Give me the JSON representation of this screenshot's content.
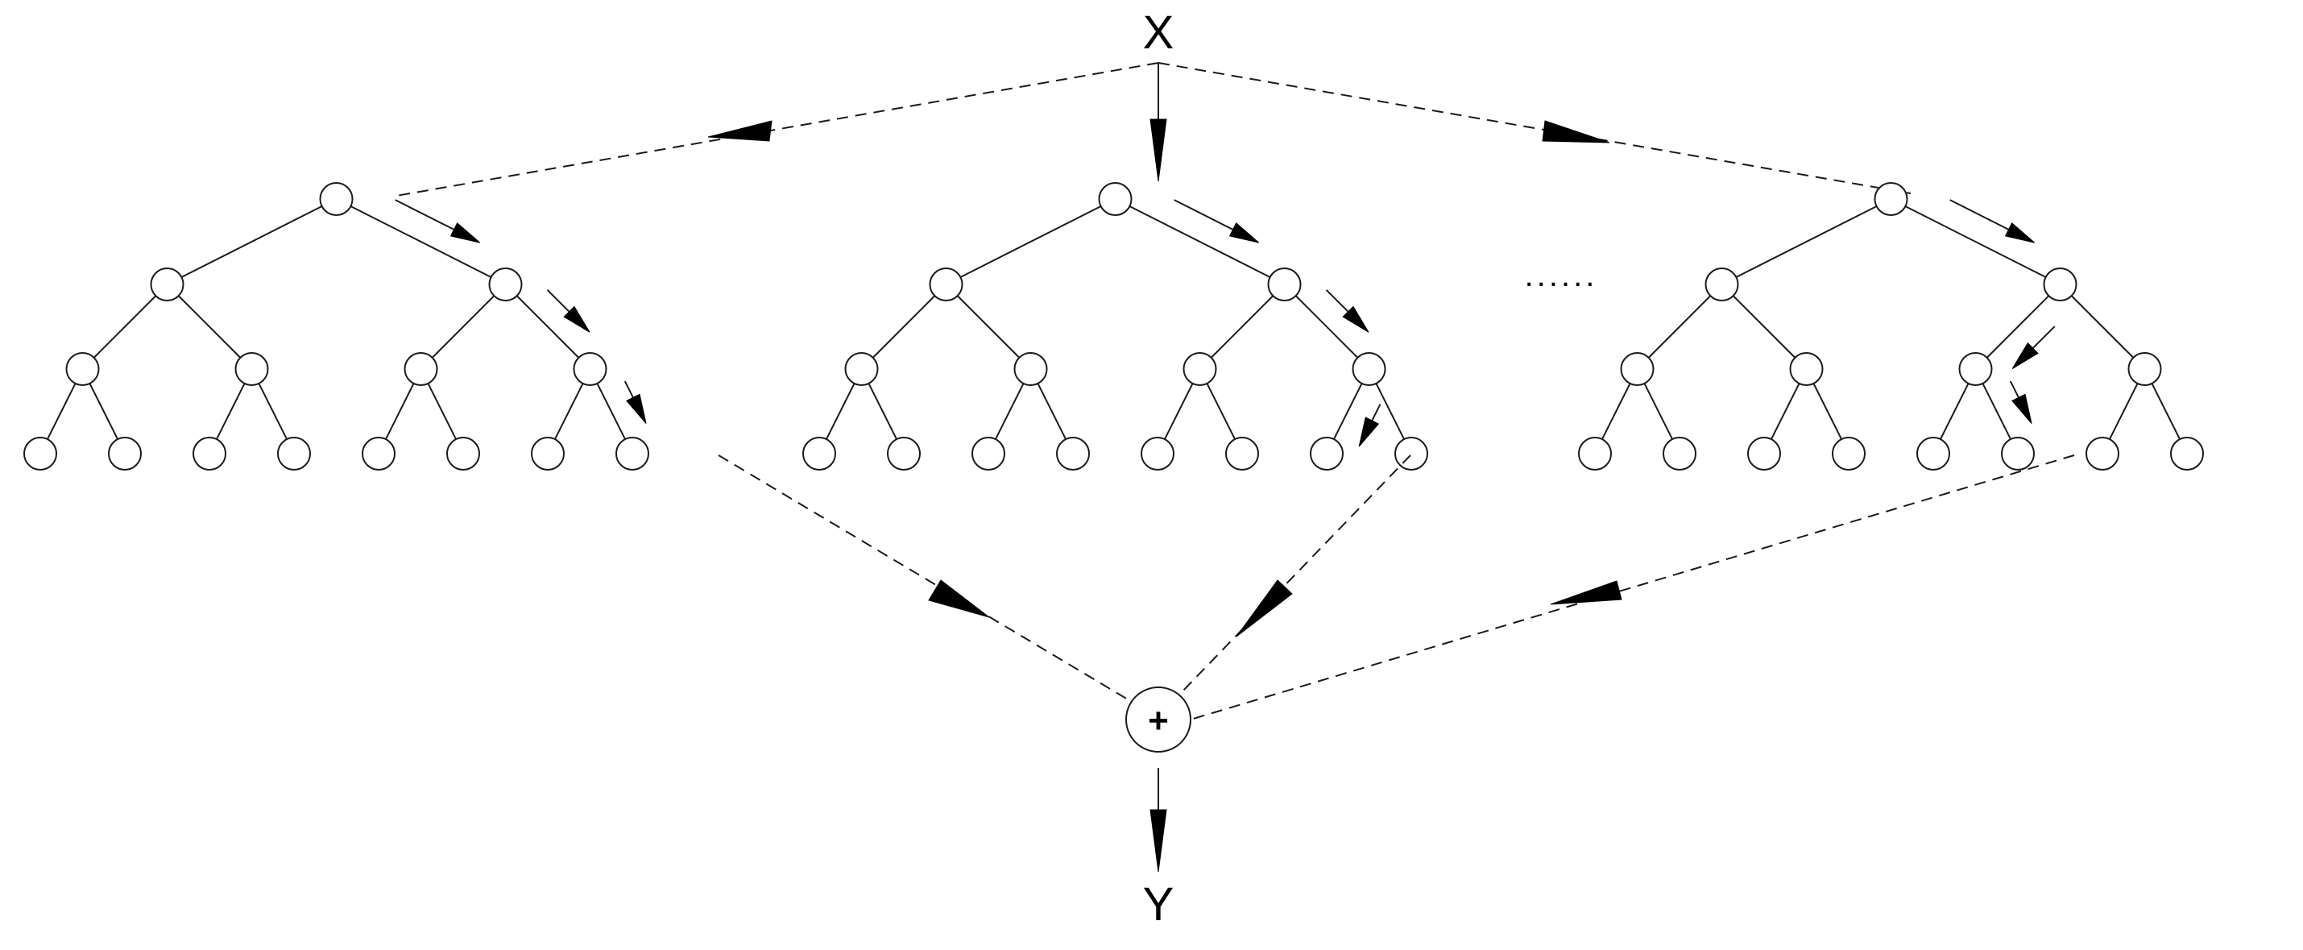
{
  "diagram": {
    "input_label": "X",
    "output_label": "Y",
    "combiner_symbol": "+",
    "ellipsis": "......",
    "tree_count_shown": 3,
    "tree_depth": 4,
    "colors": {
      "line": "#1a1a1a",
      "arrow": "#000000",
      "background": "#ffffff"
    }
  }
}
